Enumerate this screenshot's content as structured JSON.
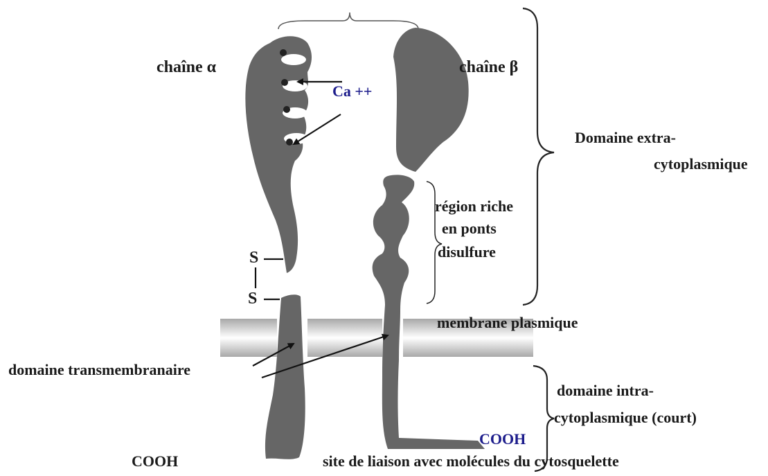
{
  "labels": {
    "alpha_chain": "chaîne α",
    "beta_chain": "chaîne β",
    "calcium": "Ca ++",
    "extra_line1": "Domaine extra-",
    "extra_line2": "cytoplasmique",
    "disulfide_line1": "région riche",
    "disulfide_line2": "en ponts",
    "disulfide_line3": "disulfure",
    "sulfur_top": "S",
    "sulfur_bottom": "S",
    "membrane": "membrane plasmique",
    "transmembrane": "domaine transmembranaire",
    "intra_line1": "domaine intra-",
    "intra_line2": "cytoplasmique (court)",
    "cooh_alpha": "COOH",
    "cooh_beta": "COOH",
    "cytoskeleton_site": "site de liaison avec molécules du cytosquelette"
  },
  "colors": {
    "protein": "#666666",
    "membrane_mid": "#ffffff",
    "membrane_edge": "#9a9a9a",
    "text": "#1a1a1a",
    "accent_text": "#1d1d8c"
  }
}
